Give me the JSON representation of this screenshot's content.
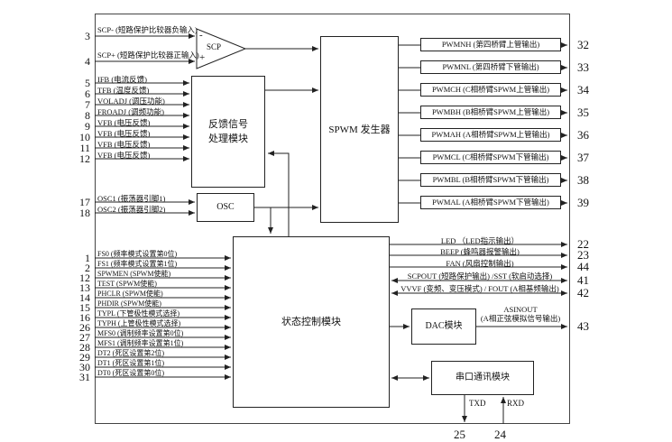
{
  "colors": {
    "background": "#ffffff",
    "line": "#222222",
    "text": "#111111"
  },
  "blocks": {
    "scp": "SCP",
    "scp_minus": "-",
    "scp_plus": "+",
    "feedback_line1": "反馈信号",
    "feedback_line2": "处理模块",
    "spwm": "SPWM 发生器",
    "osc": "OSC",
    "state": "状态控制模块",
    "dac": "DAC模块",
    "serial": "串口通讯模块"
  },
  "comparator_pins": [
    {
      "pin": "3",
      "label": "SCP- (短路保护比较器负输入)"
    },
    {
      "pin": "4",
      "label": "SCP+ (短路保护比较器正输入)"
    }
  ],
  "feedback_pins": [
    {
      "pin": "5",
      "label": "IFB (电流反馈)"
    },
    {
      "pin": "6",
      "label": "TFB (温度反馈)"
    },
    {
      "pin": "7",
      "label": "VOLADJ (调压功能)"
    },
    {
      "pin": "8",
      "label": "FROADJ (调频功能)"
    },
    {
      "pin": "9",
      "label": "VFB (电压反馈)"
    },
    {
      "pin": "10",
      "label": "VFB (电压反馈)"
    },
    {
      "pin": "11",
      "label": "VFB (电压反馈)"
    },
    {
      "pin": "12",
      "label": "VFB (电压反馈)"
    }
  ],
  "osc_pins": [
    {
      "pin": "17",
      "label": "OSC1 (振荡器引脚1)"
    },
    {
      "pin": "18",
      "label": "OSC2 (振荡器引脚2)"
    }
  ],
  "control_pins": [
    {
      "pin": "1",
      "label": "FS0 (频率模式设置第0位)"
    },
    {
      "pin": "2",
      "label": "FS1 (频率模式设置第1位)"
    },
    {
      "pin": "12",
      "label": "SPWMEN (SPWM使能)"
    },
    {
      "pin": "13",
      "label": "TEST (SPWM使能)"
    },
    {
      "pin": "14",
      "label": "PHCLR (SPWM使能)"
    },
    {
      "pin": "15",
      "label": "PHDIR (SPWM使能)"
    },
    {
      "pin": "16",
      "label": "TYPL (下管极性模式选择)"
    },
    {
      "pin": "26",
      "label": "TYPH (上管极性模式选择)"
    },
    {
      "pin": "27",
      "label": "MFS0 (调制频率设置第0位)"
    },
    {
      "pin": "28",
      "label": "MFS1 (调制频率设置第1位)"
    },
    {
      "pin": "29",
      "label": "DT2 (死区设置第2位)"
    },
    {
      "pin": "30",
      "label": "DT1 (死区设置第1位)"
    },
    {
      "pin": "31",
      "label": "DT0 (死区设置第0位)"
    }
  ],
  "pwm_outputs": [
    {
      "pin": "32",
      "label": "PWMNH (第四桥臂上管输出)"
    },
    {
      "pin": "33",
      "label": "PWMNL (第四桥臂下管输出)"
    },
    {
      "pin": "34",
      "label": "PWMCH (C相桥臂SPWM上管输出)"
    },
    {
      "pin": "35",
      "label": "PWMBH (B相桥臂SPWM上管输出)"
    },
    {
      "pin": "36",
      "label": "PWMAH (A相桥臂SPWM上管输出)"
    },
    {
      "pin": "37",
      "label": "PWMCL (C相桥臂SPWM下管输出)"
    },
    {
      "pin": "38",
      "label": "PWMBL (B相桥臂SPWM下管输出)"
    },
    {
      "pin": "39",
      "label": "PWMAL (A相桥臂SPWM下管输出)"
    }
  ],
  "status_outputs": [
    {
      "pin": "22",
      "label": "LED （LED指示输出）"
    },
    {
      "pin": "23",
      "label": "BEEP (蜂鸣器报警输出)"
    },
    {
      "pin": "44",
      "label": "FAN (风扇控制输出)"
    },
    {
      "pin": "41",
      "label": "SCPOUT (短路保护输出) /SST (软启动选择)"
    },
    {
      "pin": "42",
      "label": "VVVF (变频、变压模式) / FOUT (A相基频输出)"
    }
  ],
  "dac_output": {
    "pin": "43",
    "name": "ASINOUT",
    "desc": "(A相正弦模拟信号输出)"
  },
  "uart": {
    "txd_label": "TXD",
    "txd_pin": "25",
    "rxd_label": "RXD",
    "rxd_pin": "24"
  }
}
